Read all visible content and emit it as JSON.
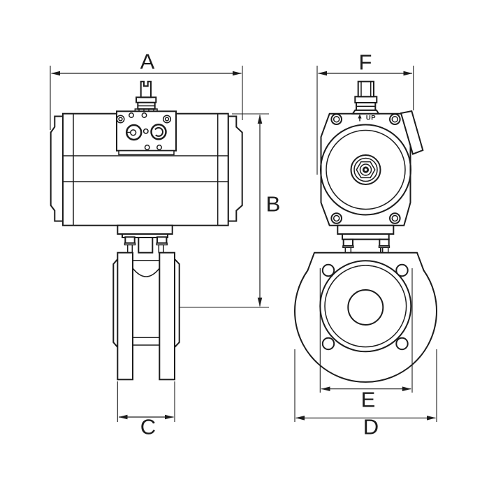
{
  "colors": {
    "line": "#1c1c1c",
    "background": "#ffffff"
  },
  "labels": {
    "a": "A",
    "b": "B",
    "c": "C",
    "d": "D",
    "e": "E",
    "f": "F"
  },
  "annotations": {
    "up": "UP"
  }
}
